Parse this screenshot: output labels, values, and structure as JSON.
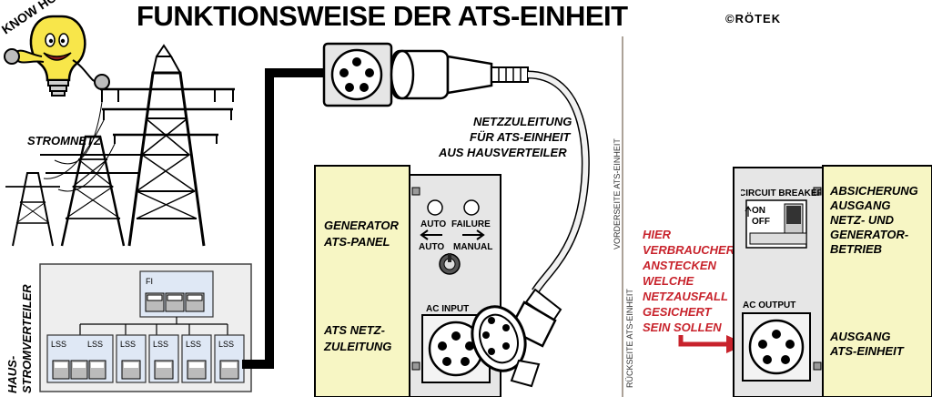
{
  "title": "FUNKTIONSWEISE DER ATS-EINHEIT",
  "copyright": "©RÖTEK",
  "mascot": {
    "label": "KNOW HOW",
    "icon": "lightbulb-mascot-icon"
  },
  "grid": {
    "label": "STROMNETZ",
    "icon": "power-pylon-icon"
  },
  "house_distribution": {
    "label_lines": [
      "HAUS-",
      "STROMVERTEILER"
    ],
    "fi_label": "FI",
    "lss_labels": [
      "LSS",
      "LSS",
      "LSS",
      "LSS",
      "LSS",
      "LSS"
    ]
  },
  "supply_cable_label": [
    "NETZZULEITUNG",
    "FÜR ATS-EINHEIT",
    "AUS HAUSVERTEILER"
  ],
  "front_side_label": "VORDERSEITE ATS-EINHEIT",
  "rear_side_label": "RÜCKSEITE ATS-EINHEIT",
  "left_panel": {
    "generator_label": [
      "GENERATOR",
      "ATS-PANEL"
    ],
    "auto_label": "AUTO",
    "failure_label": "FAILURE",
    "auto_switch_label": "AUTO",
    "manual_label": "MANUAL",
    "ac_input_label": "AC INPUT",
    "netz_label": [
      "ATS NETZ-",
      "ZULEITUNG"
    ]
  },
  "consumer_note": [
    "HIER",
    "VERBRAUCHER",
    "ANSTECKEN",
    "WELCHE",
    "NETZAUSFALL",
    "GESICHERT",
    "SEIN SOLLEN"
  ],
  "right_panel": {
    "circuit_breaker_label": "CIRCUIT BREAKER",
    "on_label": "ON",
    "off_label": "OFF",
    "ac_output_label": "AC OUTPUT",
    "absicherung_label": [
      "ABSICHERUNG",
      "AUSGANG",
      "NETZ- UND",
      "GENERATOR-",
      "BETRIEB"
    ],
    "ausgang_label": [
      "AUSGANG",
      "ATS-EINHEIT"
    ]
  },
  "colors": {
    "panel_yellow": "#f7f6c4",
    "accent_red": "#c8232c",
    "fuse_blue": "#dfe8f5",
    "metal_grey": "#e6e6e6"
  }
}
